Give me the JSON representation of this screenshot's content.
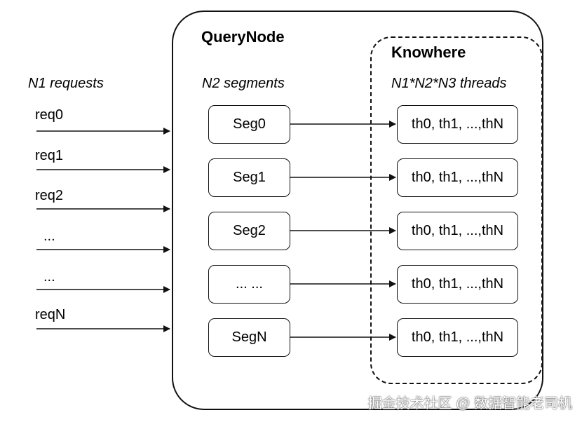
{
  "querynode": {
    "title": "QueryNode"
  },
  "knowhere": {
    "title": "Knowhere"
  },
  "labels": {
    "requests": "N1 requests",
    "segments": "N2 segments",
    "threads": "N1*N2*N3 threads"
  },
  "requests": [
    "req0",
    "req1",
    "req2",
    "...",
    "...",
    "reqN"
  ],
  "segments": [
    "Seg0",
    "Seg1",
    "Seg2",
    "... ...",
    "SegN"
  ],
  "threads": [
    "th0, th1, ...,thN",
    "th0, th1, ...,thN",
    "th0, th1, ...,thN",
    "th0, th1, ...,thN",
    "th0, th1, ...,thN"
  ],
  "watermark": "掘金技术社区 @ 数据智能老司机"
}
